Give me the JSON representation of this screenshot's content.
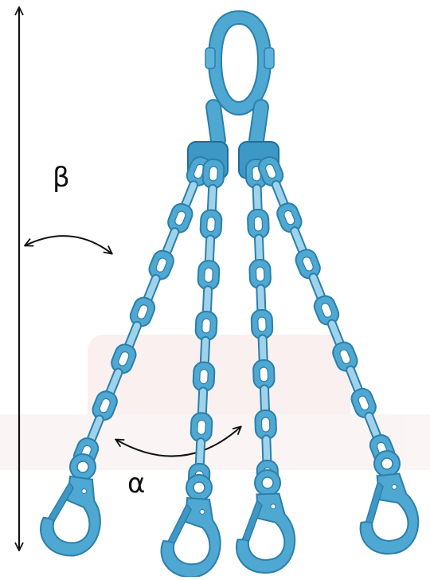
{
  "labels": {
    "beta": "β",
    "alpha": "α"
  },
  "colors": {
    "chain": "#4ea8d2",
    "chain_dark": "#2b7fab",
    "chain_light": "#9fd3ec",
    "arrow": "#111111",
    "watermark": "#f4dede"
  },
  "diagram": {
    "legs": 4,
    "components": [
      "master-link",
      "chain-legs",
      "safety-hooks"
    ]
  }
}
